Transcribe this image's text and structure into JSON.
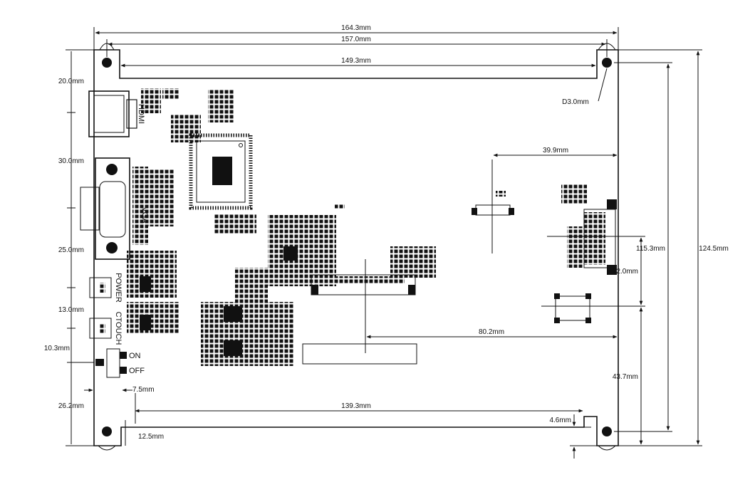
{
  "dims": {
    "overall_width": "164.3mm",
    "hole_span": "157.0mm",
    "inner_top": "149.3mm",
    "hole_dia": "D3.0mm",
    "fpc_offset": "39.9mm",
    "hole_vspan": "115.3mm",
    "overall_height": "124.5mm",
    "right_conn": "22.0mm",
    "crystal": "43.7mm",
    "fpc_center": "80.2mm",
    "inner_bottom": "139.3mm",
    "bottom_offset": "4.6mm",
    "left_hdmi": "20.0mm",
    "left_vga_top": "30.0mm",
    "left_vga": "25.0mm",
    "left_power": "13.0mm",
    "left_switch": "10.3mm",
    "left_bottom": "26.2mm",
    "bottom_left_a": "7.5mm",
    "bottom_left_b": "12.5mm"
  },
  "labels": {
    "hdmi": "HDMI",
    "vga": "VGA",
    "power": "POWER",
    "ctouch": "CTOUCH",
    "on": "ON",
    "off": "OFF"
  }
}
